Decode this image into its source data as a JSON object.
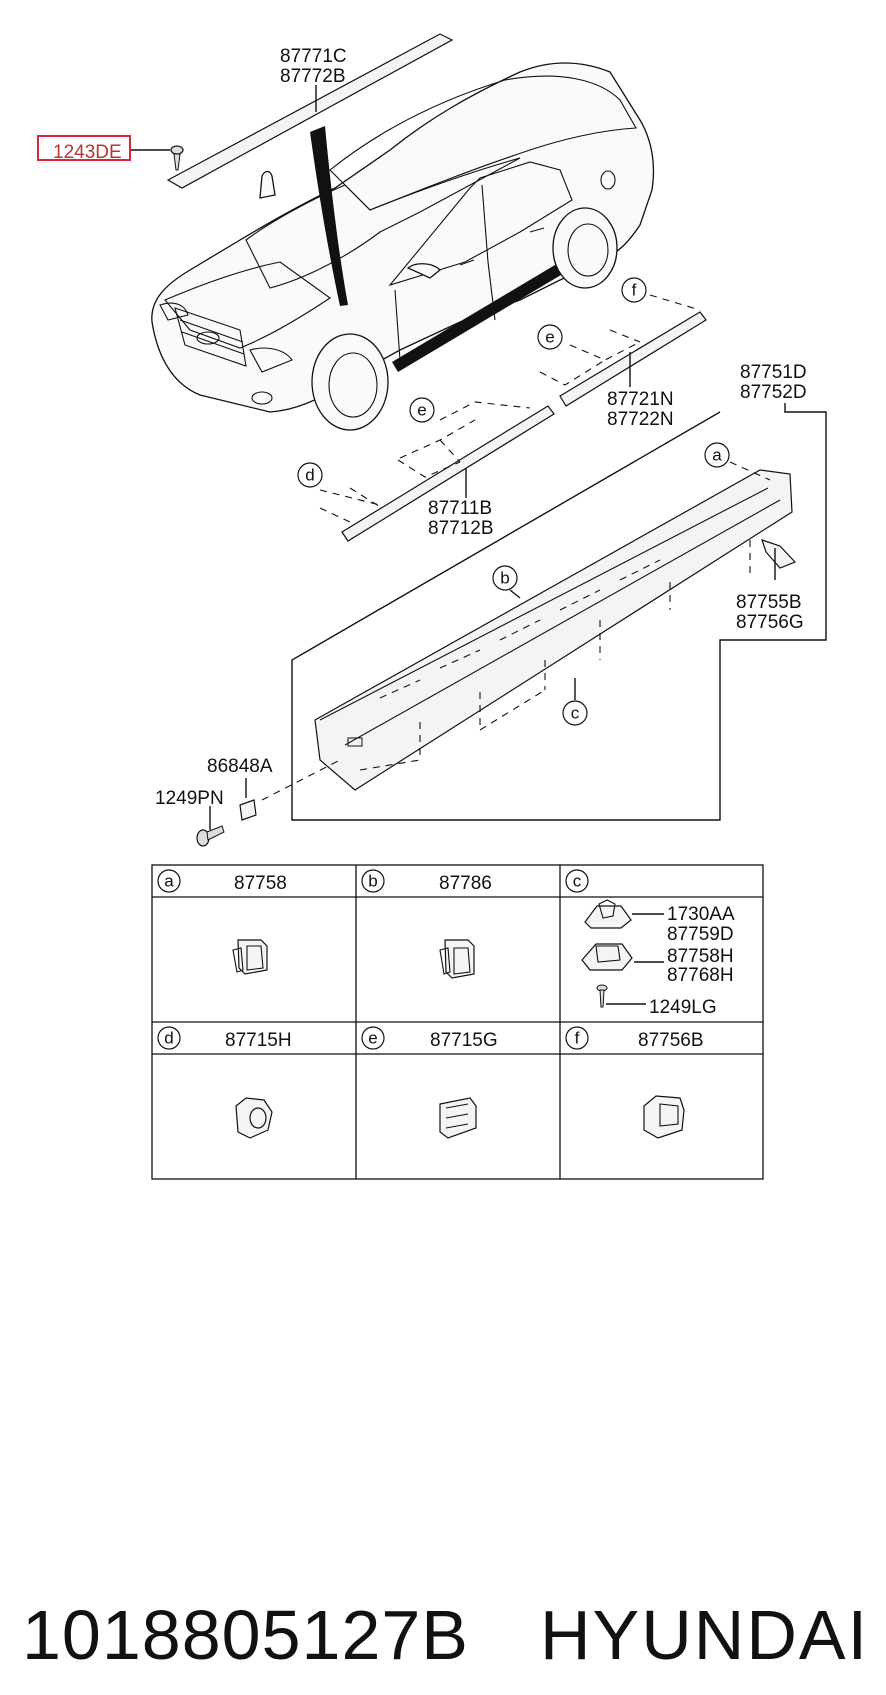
{
  "labels": {
    "roof_moulding": [
      "87771C",
      "87772B"
    ],
    "screw": "1243DE",
    "side_sill": [
      "87751D",
      "87752D"
    ],
    "front_door_moulding": [
      "87711B",
      "87712B"
    ],
    "rear_door_moulding": [
      "87721N",
      "87722N"
    ],
    "sill_bracket": [
      "87755B",
      "87756G"
    ],
    "grommet": "86848A",
    "sill_screw": "1249PN"
  },
  "callouts": {
    "a": "a",
    "b": "b",
    "c": "c",
    "d": "d",
    "e": "e",
    "f": "f"
  },
  "table": {
    "cells": [
      {
        "letter": "a",
        "part": "87758"
      },
      {
        "letter": "b",
        "part": "87786"
      },
      {
        "letter": "c",
        "part": "",
        "items": [
          "1730AA",
          "87759D",
          "87758H",
          "87768H",
          "1249LG"
        ]
      },
      {
        "letter": "d",
        "part": "87715H"
      },
      {
        "letter": "e",
        "part": "87715G"
      },
      {
        "letter": "f",
        "part": "87756B"
      }
    ]
  },
  "footer": {
    "part_number": "1018805127B",
    "brand": "HYUNDAI"
  },
  "highlight_color": "#d9263a"
}
